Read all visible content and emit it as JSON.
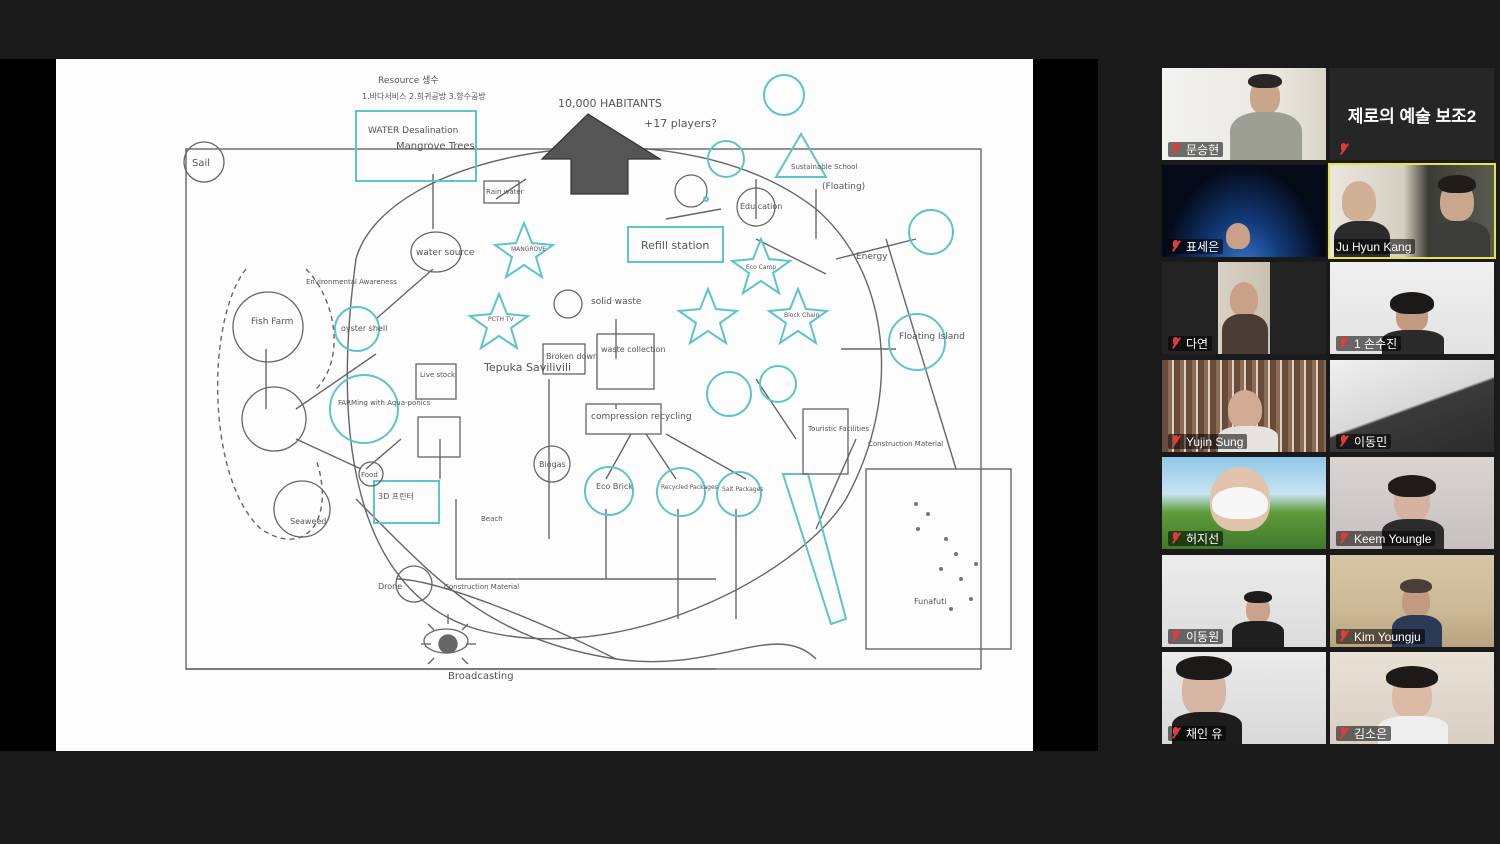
{
  "sketch": {
    "labels": {
      "sail": "Sail",
      "resource": "Resource 생수",
      "resource_list": "1.바다서비스 2.희귀공방 3.향수공방",
      "water_desal": "WATER Desalination",
      "mangrove": "Mangrove Trees",
      "habitants": "10,000 HABITANTS",
      "players": "+17 players?",
      "rain_water": "Rain water",
      "water_source": "water source",
      "refill_station": "Refill station",
      "edu_center": "Edu cation",
      "sustainable_school": "Sustainable School",
      "floating": "(Floating)",
      "energy": "Energy",
      "environmental": "Environmental Awareness",
      "fish_farm": "Fish Farm",
      "oyster_shell": "oyster shell",
      "solid_waste": "solid waste",
      "waste_collection": "waste collection",
      "tepuka": "Tepuka Savilivili",
      "broken_down": "Broken down",
      "compression": "compression recycling",
      "floating_island": "Floating Island",
      "touristic": "Touristic Facilities",
      "construction_material": "Construction Material",
      "farming": "FARMing with Aqua-ponics",
      "livestock": "Live stock",
      "food": "Food",
      "seaweed": "Seaweed",
      "biogas": "Biogas",
      "eco_brick": "Eco Brick",
      "recycled_packages": "Recycled Packages",
      "salt_packages": "Salt Packages",
      "printer": "3D 프린터",
      "beach": "Beach",
      "drone": "Drone",
      "construction": "Construction Material",
      "broadcasting": "Broadcasting",
      "funafuti": "Funafuti",
      "pctv": "PCTH TV",
      "mangrove_star": "MANGROVE",
      "eco_star": "Eco Camp",
      "black_star": "Block Chain"
    }
  },
  "gallery": {
    "banner_name": "제로의 예술 보조2",
    "participants": [
      {
        "name": "문승현",
        "muted": true
      },
      {
        "name": "",
        "muted": true
      },
      {
        "name": "표세은",
        "muted": true
      },
      {
        "name": "Ju Hyun Kang",
        "muted": false
      },
      {
        "name": "다연",
        "muted": true
      },
      {
        "name": "1 손수진",
        "muted": true
      },
      {
        "name": "Yujin Sung",
        "muted": true
      },
      {
        "name": "이동민",
        "muted": true
      },
      {
        "name": "허지선",
        "muted": true
      },
      {
        "name": "Keem Youngle",
        "muted": true
      },
      {
        "name": "이동원",
        "muted": true
      },
      {
        "name": "Kim Youngju",
        "muted": true
      },
      {
        "name": "채인 유",
        "muted": true
      },
      {
        "name": "김소은",
        "muted": true
      }
    ]
  },
  "colors": {
    "accent_frame": "#e6e34e",
    "mic_muted": "#e23b3b",
    "sketch_teal": "#5cc4cf"
  }
}
